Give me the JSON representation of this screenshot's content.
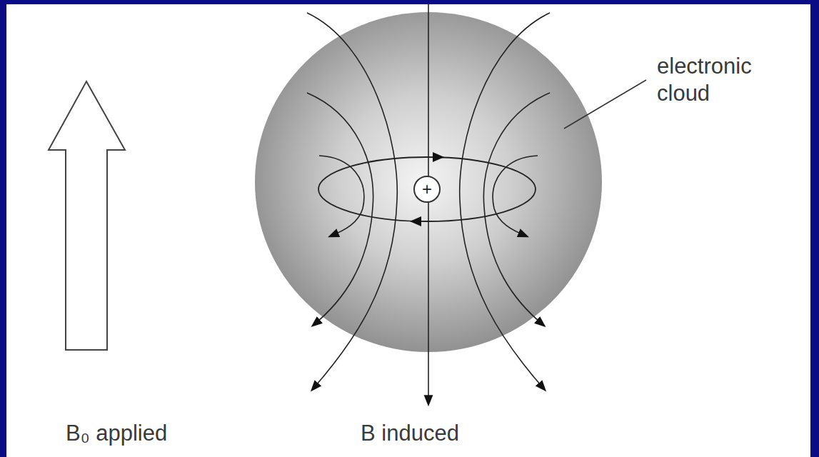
{
  "diagram": {
    "nodes": [
      {
        "text": [
          "+"
        ]
      }
    ],
    "labels": [
      "electronic cloud",
      "B₀ applied",
      "B induced"
    ]
  }
}
